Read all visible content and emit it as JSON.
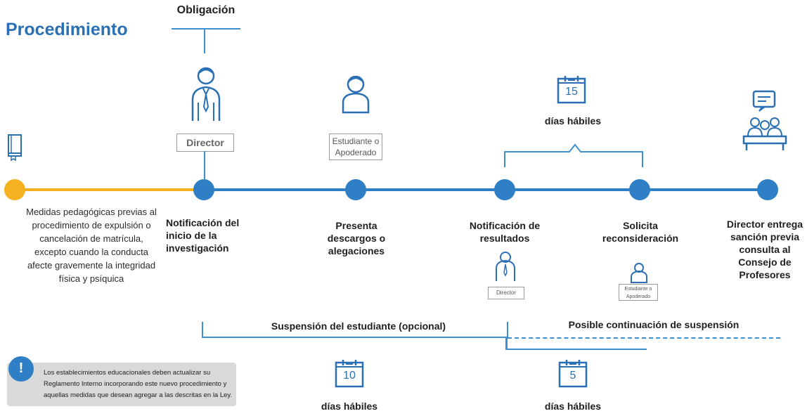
{
  "title": "Procedimiento",
  "obligacion": "Obligación",
  "steps": [
    {
      "label": "Medidas pedagógicas previas al procedimiento de expulsión o cancelación de matrícula, excepto cuando la conducta afecte gravemente la integridad física y psíquica"
    },
    {
      "label": "Notificación del inicio de la investigación"
    },
    {
      "label": "Presenta descargos o alegaciones"
    },
    {
      "label": "Notificación de resultados"
    },
    {
      "label": "Solicita reconsideración"
    },
    {
      "label": "Director entrega sanción previa consulta al Consejo de Profesores"
    }
  ],
  "actors": {
    "director": "Director",
    "estudiante": "Estudiante o Apoderado",
    "director_small": "Director",
    "estudiante_small": "Estudiante o Apoderado"
  },
  "calendars": {
    "top": {
      "number": "15",
      "label": "días hábiles"
    },
    "bottom_left": {
      "number": "10",
      "label": "días hábiles"
    },
    "bottom_right": {
      "number": "5",
      "label": "días hábiles"
    }
  },
  "suspension": {
    "main": "Suspensión del estudiante (opcional)",
    "continuation": "Posible continuación de suspensión"
  },
  "warning": "Los establecimientos educacionales deben actualizar su Reglamento Interno incorporando este nuevo procedimiento y aquellas medidas que desean agregar a las descritas en la Ley.",
  "colors": {
    "accent": "#2f7fc6",
    "orange": "#f4b223",
    "title": "#2b6fb4"
  }
}
